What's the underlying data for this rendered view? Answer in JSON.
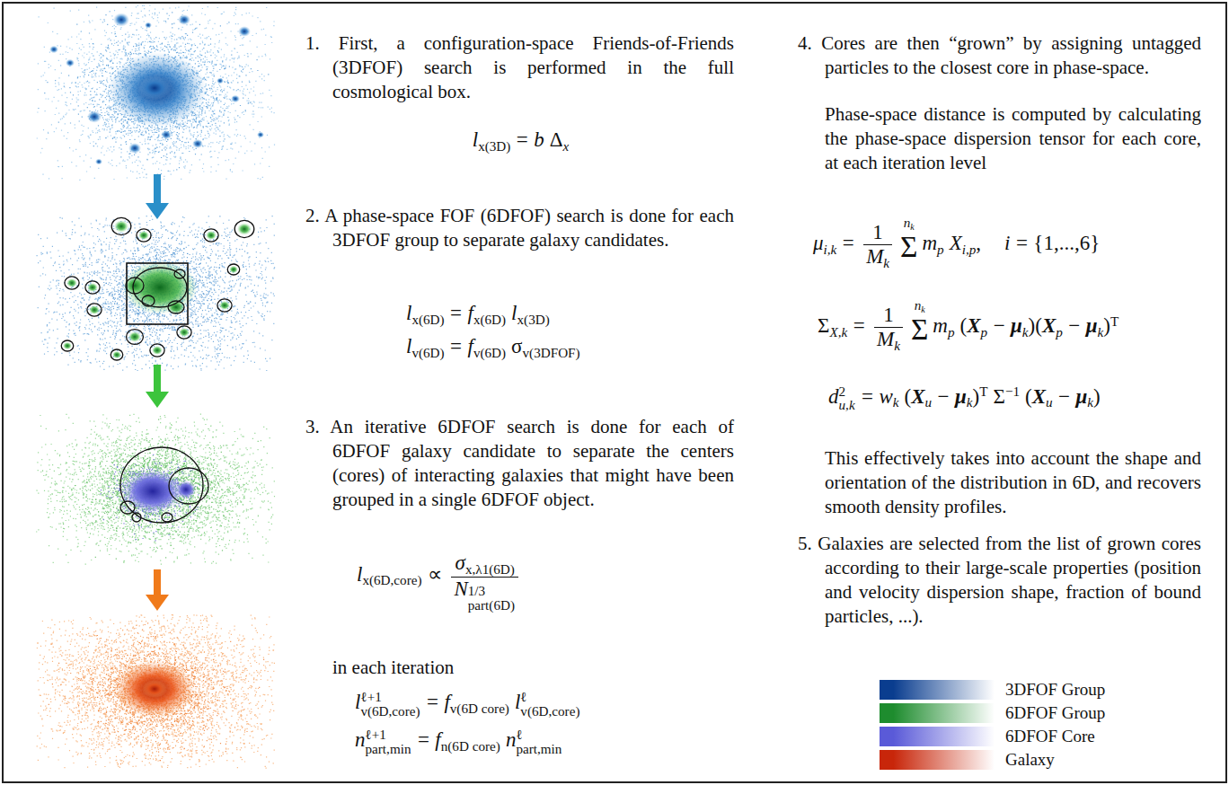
{
  "diagram": {
    "nodes": [
      {
        "text": [
          "1. First, a configuration-space Friends-of-Friends (3DFOF) search is performed in the full cosmological box.",
          "2. A phase-space FOF (6DFOF) search is done for each 3DFOF group to separate galaxy candidates.",
          "3. An iterative 6DFOF search is done for each of 6DFOF galaxy candidate to separate the centers (cores) of interacting galaxies that might have been grouped in a single 6DFOF object.",
          "in each iteration",
          "4. Cores are then “grown” by assigning untagged particles to the closest core in phase-space.",
          "Phase-space distance is computed by calculating the phase-space dispersion tensor for each core, at each iteration level",
          "This effectively takes into account the shape and orientation of the distribution in 6D, and recovers smooth density profiles.",
          "5. Galaxies are selected from the list of grown cores according to their large-scale properties (position and velocity dispersion shape, fraction of bound particles, ...)."
        ]
      }
    ],
    "labels": [
      "l",
      "x(3D)",
      "=",
      "b",
      "Δ",
      "x",
      "l",
      "x(6D)",
      "=",
      "f",
      "x(6D)",
      "l",
      "x(3D)",
      "l",
      "v(6D)",
      "=",
      "f",
      "v(6D)",
      "σ",
      "v(3DFOF)",
      "l",
      "x(6D,core)",
      "∝",
      "σ",
      "x,λ1(6D)",
      "N",
      "1/3",
      "part(6D)",
      "l",
      "ℓ+1",
      "v(6D,core)",
      "=",
      "f",
      "v(6D core)",
      "l",
      "ℓ",
      "v(6D,core)",
      "n",
      "ℓ+1",
      "part,min",
      "=",
      "f",
      "n(6D core)",
      "n",
      "ℓ",
      "part,min",
      "μ",
      "i,k",
      "=",
      "1",
      "M",
      "k",
      "Σ",
      "n",
      "k",
      "m",
      "p",
      "X",
      "i,p",
      ",",
      "i",
      "=",
      "{1,...,6}",
      "Σ",
      "X,k",
      "=",
      "1",
      "M",
      "k",
      "Σ",
      "n",
      "k",
      "m",
      "p",
      "(",
      "X",
      "p",
      "−",
      "μ",
      "k",
      ")(",
      "X",
      "p",
      "−",
      "μ",
      "k",
      ")",
      "T",
      "d",
      "2",
      "u,k",
      "=",
      "w",
      "k",
      "(",
      "X",
      "u",
      "−",
      "μ",
      "k",
      ")",
      "T",
      "Σ",
      "−1",
      "(",
      "X",
      "u",
      "−",
      "μ",
      "k",
      ")"
    ],
    "legend": [
      {
        "text": "3DFOF Group",
        "color": "#0a3d8f"
      },
      {
        "text": "6DFOF Group",
        "color": "#1e8c2e"
      },
      {
        "text": "6DFOF Core",
        "color": "#5a5ad8"
      },
      {
        "text": "Galaxy",
        "color": "#c8260a"
      }
    ]
  }
}
